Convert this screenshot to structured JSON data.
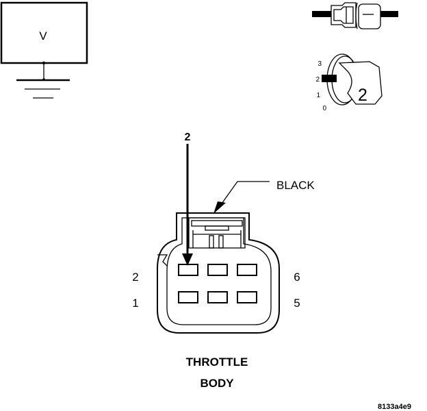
{
  "meter": {
    "label": "V"
  },
  "probe": {
    "number": "2"
  },
  "dial": {
    "marks": [
      "3",
      "2",
      "1",
      "0"
    ],
    "position": "2"
  },
  "connector": {
    "callout_label": "BLACK",
    "pins": {
      "top_left": "2",
      "bottom_left": "1",
      "top_right": "6",
      "bottom_right": "5"
    }
  },
  "component": {
    "line1": "THROTTLE",
    "line2": "BODY"
  },
  "figure_id": "8133a4e9"
}
